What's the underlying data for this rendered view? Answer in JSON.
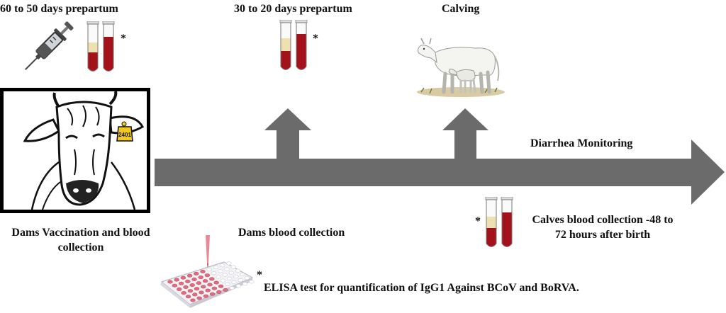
{
  "labels": {
    "stage1_title": "60 to 50 days prepartum",
    "stage2_title": "30 to 20 days prepartum",
    "stage3_title": "Calving",
    "diarrhea": "Diarrhea Monitoring",
    "dams_vaccination_line1": "Dams Vaccination and blood",
    "dams_vaccination_line2": "collection",
    "dams_blood_collection": "Dams blood collection",
    "calves_line1": "Calves blood collection -48 to",
    "calves_line2": "72 hours after birth",
    "elisa": "ELISA test for quantification of IgG1 Against BCoV and BoRVA.",
    "asterisk": "*"
  },
  "ear_tag": "2401",
  "colors": {
    "arrow": "#6b6b6b",
    "blood_dark": "#a3111b",
    "serum": "#efe0b0",
    "plate_pink": "#e46a7e",
    "tag_yellow": "#f2c81f"
  }
}
